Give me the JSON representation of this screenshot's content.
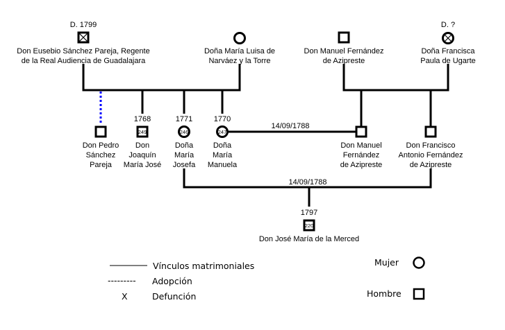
{
  "persons": {
    "eusebio": {
      "name_lines": [
        "Don Eusebio Sánchez Pareja, Regente",
        "de la Real Audiencia de Guadalajara"
      ],
      "note": "D. 1799",
      "sex": "male",
      "deceased": true
    },
    "maria_luisa": {
      "name_lines": [
        "Doña María Luisa de",
        "Narváez y la Torre"
      ],
      "sex": "female"
    },
    "manuel_sr": {
      "name_lines": [
        "Don Manuel Fernández",
        "de Azipreste"
      ],
      "sex": "male"
    },
    "francisca": {
      "name_lines": [
        "Doña Francisca",
        "Paula de Ugarte"
      ],
      "note": "D. ?",
      "sex": "female",
      "deceased": true
    },
    "pedro": {
      "name_lines": [
        "Don Pedro",
        "Sánchez",
        "Pareja"
      ],
      "sex": "male",
      "adopted": true
    },
    "joaquin": {
      "name_lines": [
        "Don",
        "Joaquín",
        "María José"
      ],
      "year": "1768",
      "id": "249",
      "sex": "male"
    },
    "josefa": {
      "name_lines": [
        "Doña",
        "María",
        "Josefa"
      ],
      "year": "1771",
      "id": "246",
      "sex": "female"
    },
    "manuela": {
      "name_lines": [
        "Doña",
        "María",
        "Manuela"
      ],
      "year": "1770",
      "id": "247",
      "sex": "female"
    },
    "manuel_jr": {
      "name_lines": [
        "Don Manuel",
        "Fernández",
        "de Azipreste"
      ],
      "sex": "male"
    },
    "francisco": {
      "name_lines": [
        "Don Francisco",
        "Antonio Fernández",
        "de Azipreste"
      ],
      "sex": "male"
    },
    "jose_maria": {
      "name_lines": [
        "Don José María de la Merced"
      ],
      "year": "1797",
      "id": "220",
      "sex": "male"
    }
  },
  "marriages": {
    "manuela_manuel": "14/09/1788",
    "josefa_francisco": "14/09/1788"
  },
  "legend": {
    "marriage_label": "Vínculos matrimoniales",
    "adoption_symbol": "---------",
    "adoption_label": "Adopción",
    "death_symbol": "X",
    "death_label": "Defunción",
    "female_label": "Mujer",
    "male_label": "Hombre"
  },
  "colors": {
    "line": "#000000",
    "adoption_line": "#0000ff"
  }
}
